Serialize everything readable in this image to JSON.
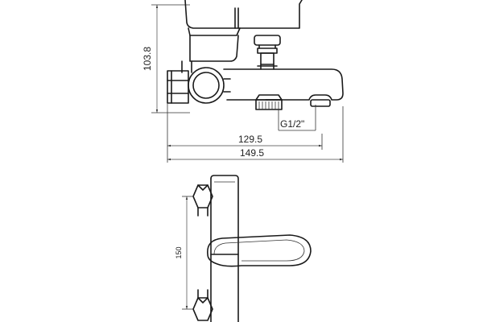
{
  "dimensions": {
    "height": "103.8",
    "thread": "G1/2\"",
    "spout_reach": "129.5",
    "overall_width": "149.5",
    "centers": "150"
  }
}
